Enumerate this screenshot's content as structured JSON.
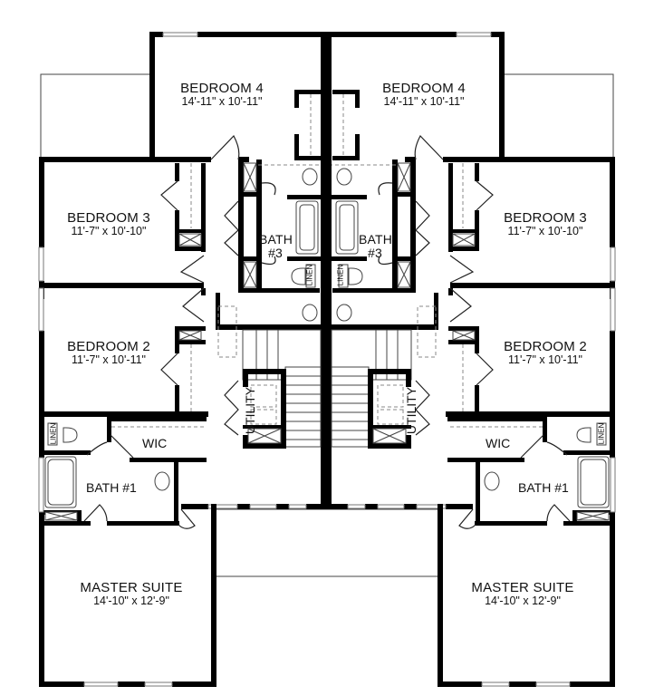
{
  "plan": {
    "units": [
      {
        "side": "left",
        "rooms": {
          "bedroom4": {
            "name": "BEDROOM 4",
            "dims": "14'-11\" x 10'-11\""
          },
          "bedroom3": {
            "name": "BEDROOM 3",
            "dims": "11'-7\" x 10'-10\""
          },
          "bedroom2": {
            "name": "BEDROOM 2",
            "dims": "11'-7\" x 10'-11\""
          },
          "bath3": {
            "name": "BATH",
            "num": "#3"
          },
          "linen_bath3": "LINEN",
          "utility": "UTILITY",
          "wic": "WIC",
          "linen_bath1": "LINEN",
          "bath1": "BATH #1",
          "master": {
            "name": "MASTER SUITE",
            "dims": "14'-10\" x 12'-9\""
          }
        }
      },
      {
        "side": "right",
        "rooms": {
          "bedroom4": {
            "name": "BEDROOM 4",
            "dims": "14'-11\" x 10'-11\""
          },
          "bedroom3": {
            "name": "BEDROOM 3",
            "dims": "11'-7\" x 10'-10\""
          },
          "bedroom2": {
            "name": "BEDROOM 2",
            "dims": "11'-7\" x 10'-11\""
          },
          "bath3": {
            "name": "BATH",
            "num": "#3"
          },
          "linen_bath3": "LINEN",
          "utility": "UTILITY",
          "wic": "WIC",
          "linen_bath1": "LINEN",
          "bath1": "BATH #1",
          "master": {
            "name": "MASTER SUITE",
            "dims": "14'-10\" x 12'-9\""
          }
        }
      }
    ]
  }
}
